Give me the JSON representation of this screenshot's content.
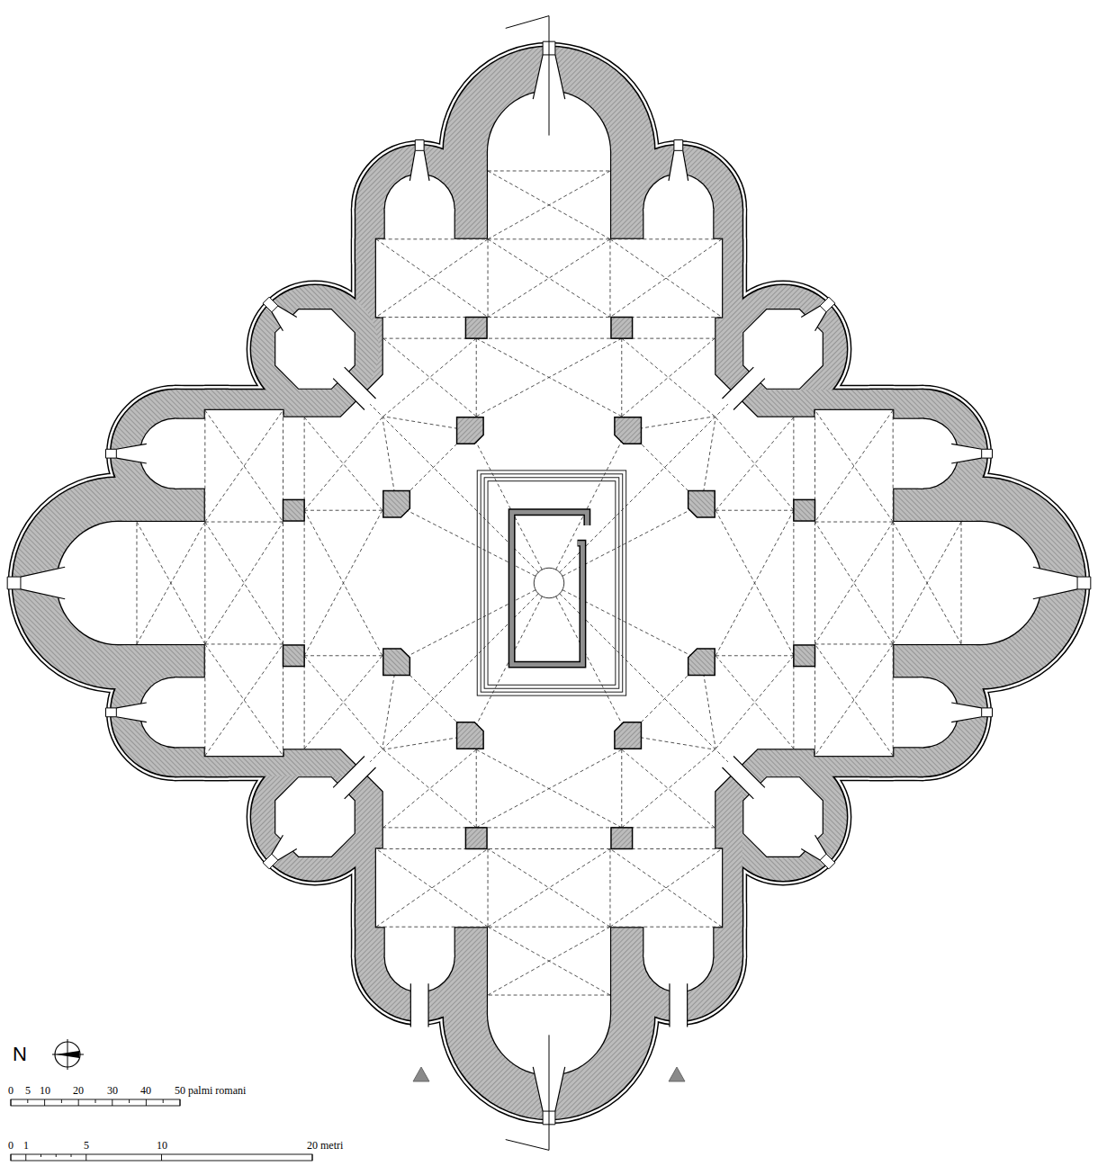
{
  "diagram": {
    "labels": [
      "N",
      "0",
      "5",
      "10",
      "20",
      "30",
      "40",
      "50 palmi romani",
      "0",
      "1",
      "5",
      "10",
      "20 metri"
    ]
  }
}
